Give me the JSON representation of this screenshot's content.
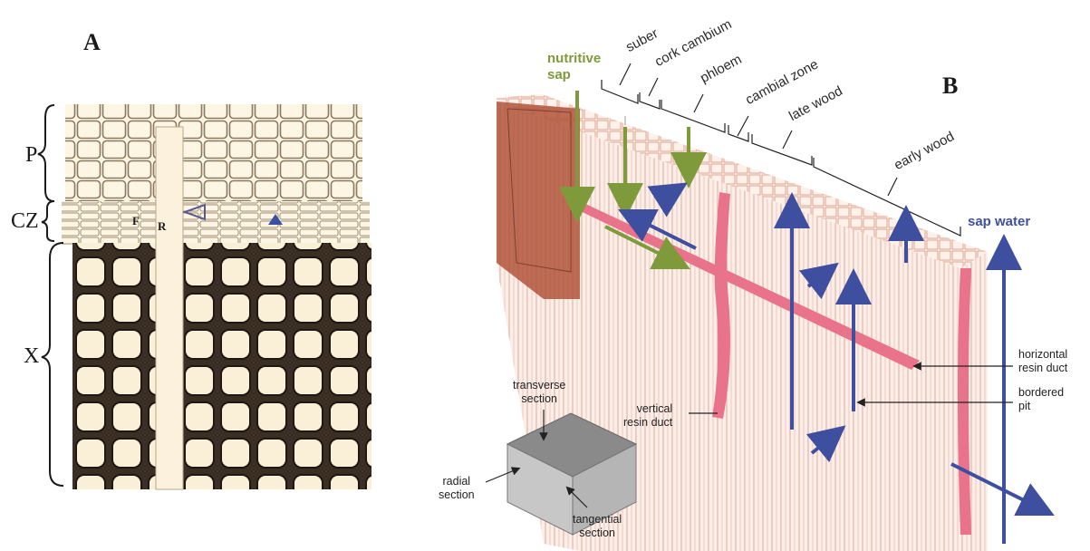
{
  "panel_a": {
    "letter": "A",
    "zone_labels": {
      "phloem": "P",
      "cambial_zone": "CZ",
      "xylem": "X"
    },
    "cell_labels": {
      "fusiform": "F",
      "ray": "R"
    }
  },
  "panel_b": {
    "letter": "B",
    "layers": [
      "suber",
      "cork cambium",
      "phloem",
      "cambial zone",
      "late wood",
      "early wood"
    ],
    "flows": {
      "nutritive": "nutritive\nsap",
      "water": "sap water"
    },
    "callouts": {
      "horizontal_resin_duct": "horizontal\nresin duct",
      "bordered_pit": "bordered\npit",
      "vertical_resin_duct": "vertical\nresin duct"
    },
    "sections": {
      "transverse": "transverse\nsection",
      "radial": "radial\nsection",
      "tangential": "tangential\nsection"
    }
  },
  "colors": {
    "nutritive_arrow": "#7f9a3a",
    "water_arrow": "#3f4fa0",
    "resin_duct": "#e8738a",
    "wood_tissue": "#f8e8df"
  }
}
